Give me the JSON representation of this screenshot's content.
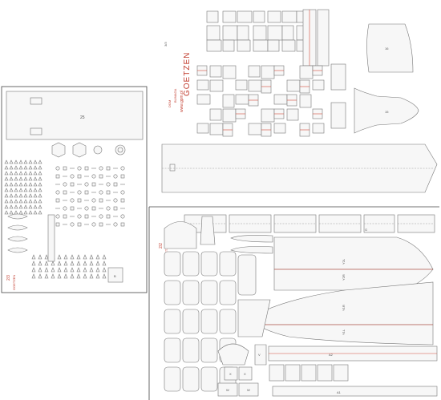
{
  "title_block": {
    "ship_name": "GOETZEN",
    "publisher": "www.gpm.pl",
    "line1": "BUMAGA",
    "line2": "DOM",
    "sheet_no": "3/3"
  },
  "left_sheet": {
    "sheet_mark": "2/3",
    "sheet_sub": "GOETZEN",
    "deck_label": "25"
  },
  "bottom_sheet": {
    "sheet_mark": "2/2",
    "sheet_sub": "GOETZEN"
  },
  "part_labels": {
    "deck_15": "15",
    "deck_16": "16",
    "y2L": "Y2L",
    "y2R": "Y2R",
    "y1L": "Y1L",
    "y1R": "Y1R",
    "a1": "A1",
    "a2": "A2",
    "w1": "W",
    "w2": "W",
    "x1": "X",
    "x2": "X",
    "v": "V",
    "g": "G"
  }
}
